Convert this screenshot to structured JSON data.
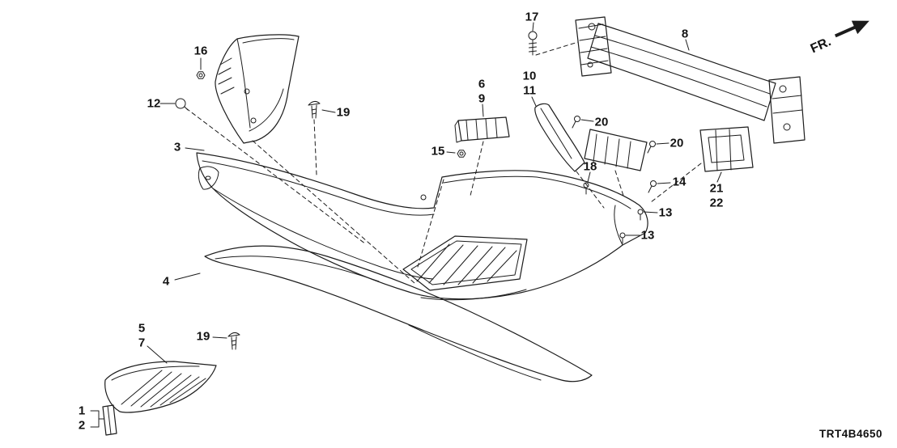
{
  "diagram": {
    "code": "TRT4B4650",
    "direction_label": "FR.",
    "line_color": "#1c1c1c",
    "background_color": "#ffffff"
  },
  "callouts": [
    {
      "label": "17"
    },
    {
      "label": "8"
    },
    {
      "label": "16"
    },
    {
      "label": "12"
    },
    {
      "label": "6"
    },
    {
      "label": "9"
    },
    {
      "label": "10"
    },
    {
      "label": "11"
    },
    {
      "label": "19"
    },
    {
      "label": "3"
    },
    {
      "label": "15"
    },
    {
      "label": "20"
    },
    {
      "label": "20"
    },
    {
      "label": "18"
    },
    {
      "label": "14"
    },
    {
      "label": "21"
    },
    {
      "label": "22"
    },
    {
      "label": "13"
    },
    {
      "label": "13"
    },
    {
      "label": "4"
    },
    {
      "label": "5"
    },
    {
      "label": "7"
    },
    {
      "label": "19"
    },
    {
      "label": "1"
    },
    {
      "label": "2"
    }
  ],
  "icons": {
    "fr_arrow": "block-arrow-right",
    "fasteners": [
      "bolt-icon",
      "nut-icon",
      "clip-icon"
    ]
  }
}
